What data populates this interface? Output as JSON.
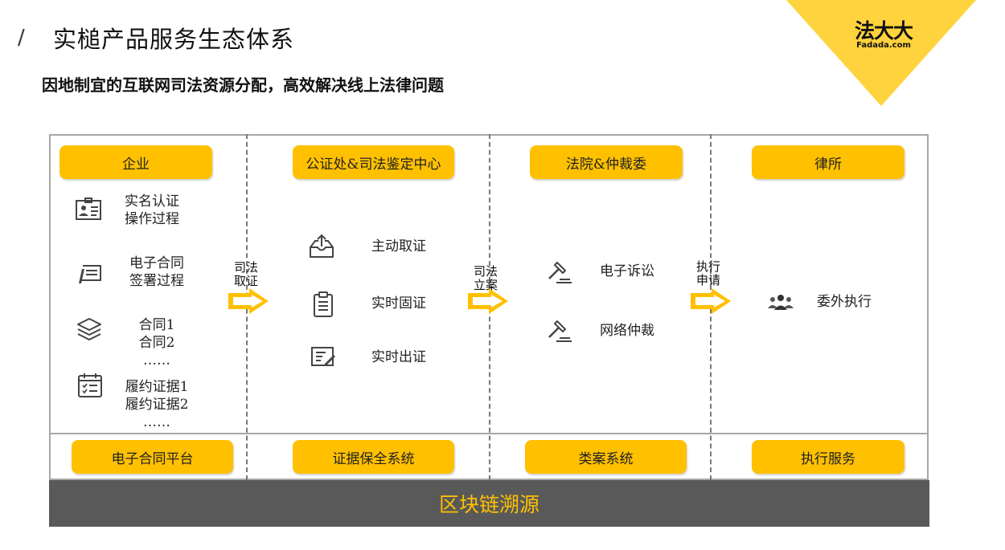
{
  "header": {
    "slash": "/",
    "title": "实槌产品服务生态体系",
    "subtitle": "因地制宜的互联网司法资源分配，高效解决线上法律问题"
  },
  "logo": {
    "main": "法大大",
    "sub": "Fadada.com"
  },
  "columns": [
    {
      "header": "企业",
      "items": [
        {
          "icon": "id-card-icon",
          "text": "实名认证\n操作过程"
        },
        {
          "icon": "contract-sign-icon",
          "text": "电子合同\n签署过程"
        },
        {
          "icon": "layers-icon",
          "text": "合同1\n合同2\n……"
        },
        {
          "icon": "checklist-icon",
          "text": "履约证据1\n履约证据2\n……"
        }
      ],
      "footer": "电子合同平台"
    },
    {
      "header": "公证处&司法鉴定中心",
      "items": [
        {
          "icon": "upload-tray-icon",
          "text": "主动取证"
        },
        {
          "icon": "clipboard-icon",
          "text": "实时固证"
        },
        {
          "icon": "certificate-icon",
          "text": "实时出证"
        }
      ],
      "footer": "证据保全系统"
    },
    {
      "header": "法院&仲裁委",
      "items": [
        {
          "icon": "gavel-icon",
          "text": "电子诉讼"
        },
        {
          "icon": "gavel-icon",
          "text": "网络仲裁"
        }
      ],
      "footer": "类案系统"
    },
    {
      "header": "律所",
      "items": [
        {
          "icon": "people-group-icon",
          "text": "委外执行"
        }
      ],
      "footer": "执行服务"
    }
  ],
  "arrows": [
    {
      "label": "司法\n取证"
    },
    {
      "label": "司法\n立案"
    },
    {
      "label": "执行\n申请"
    }
  ],
  "bottom_bar": "区块链溯源",
  "colors": {
    "accent": "#ffc000",
    "bar": "#595959",
    "border": "#a8a8a8"
  }
}
